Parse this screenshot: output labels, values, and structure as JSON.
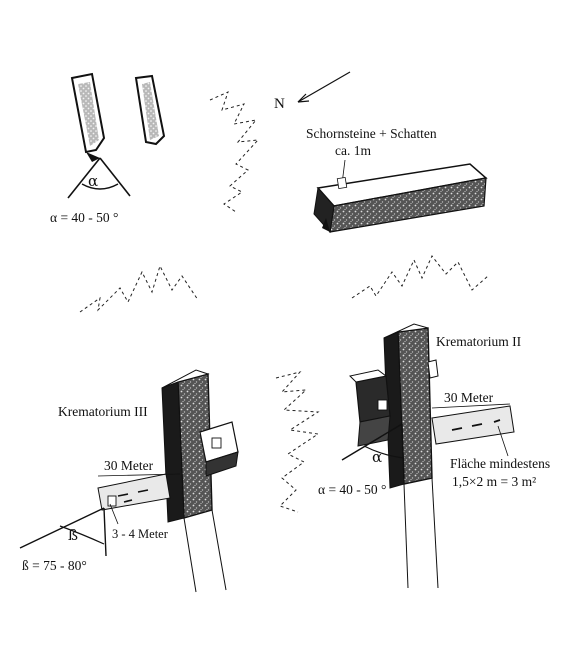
{
  "labels": {
    "north": "N",
    "chimneys_shadow": "Schornsteine + Schatten",
    "chimney_size": "ca. 1m",
    "alpha_symbol_1": "α",
    "alpha_formula_1": "α = 40 - 50 °",
    "krematorium_iii": "Krematorium III",
    "krematorium_ii": "Krematorium II",
    "meters_30_left": "30 Meter",
    "meters_30_right": "30 Meter",
    "meters_3_4": "3 - 4 Meter",
    "beta_symbol": "ß",
    "beta_formula": "ß = 75 - 80°",
    "alpha_symbol_2": "α",
    "alpha_formula_2": "α = 40 - 50 °",
    "area_min_1": "Fläche mindestens",
    "area_min_2": "1,5×2 m = 3 m²"
  }
}
